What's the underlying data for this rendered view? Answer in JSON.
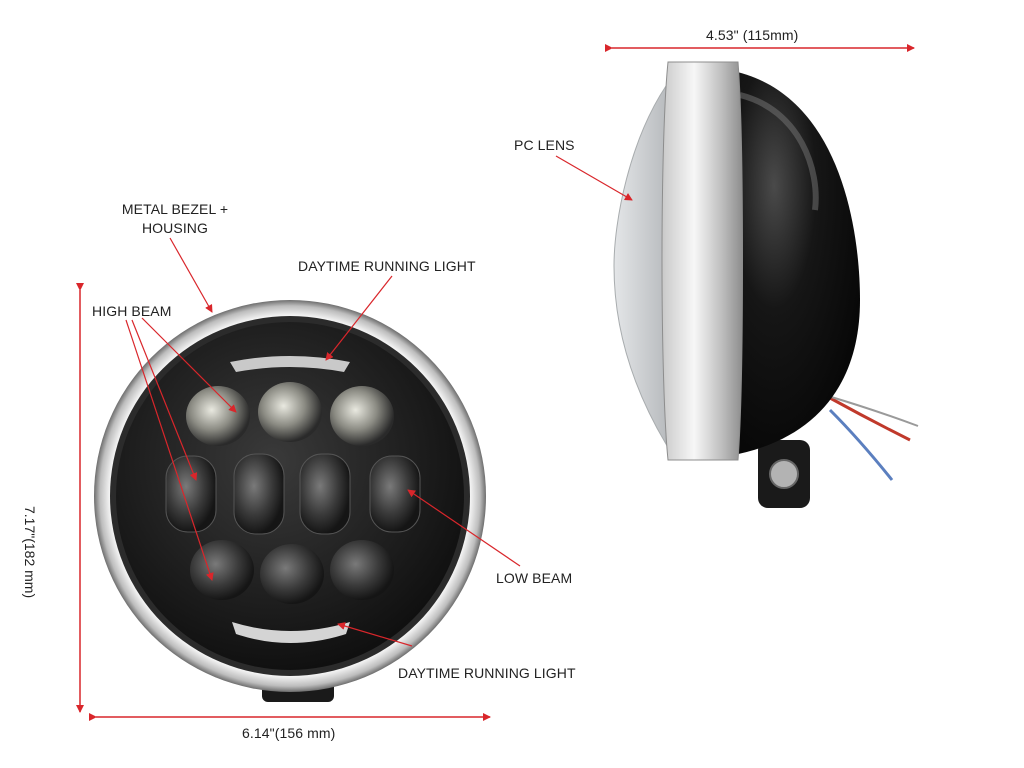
{
  "dimensions": {
    "depth": "4.53\" (115mm)",
    "height": "7.17\"(182 mm)",
    "width": "6.14\"(156 mm)"
  },
  "callouts": {
    "pc_lens": "PC LENS",
    "metal_bezel_line1": "METAL BEZEL +",
    "metal_bezel_line2": "HOUSING",
    "drl_top": "DAYTIME RUNNING LIGHT",
    "high_beam": "HIGH BEAM",
    "low_beam": "LOW BEAM",
    "drl_bottom": "DAYTIME RUNNING LIGHT"
  },
  "colors": {
    "arrow": "#d9262b",
    "chrome": "#d8d8d8",
    "housing": "#111111",
    "text": "#222222"
  }
}
